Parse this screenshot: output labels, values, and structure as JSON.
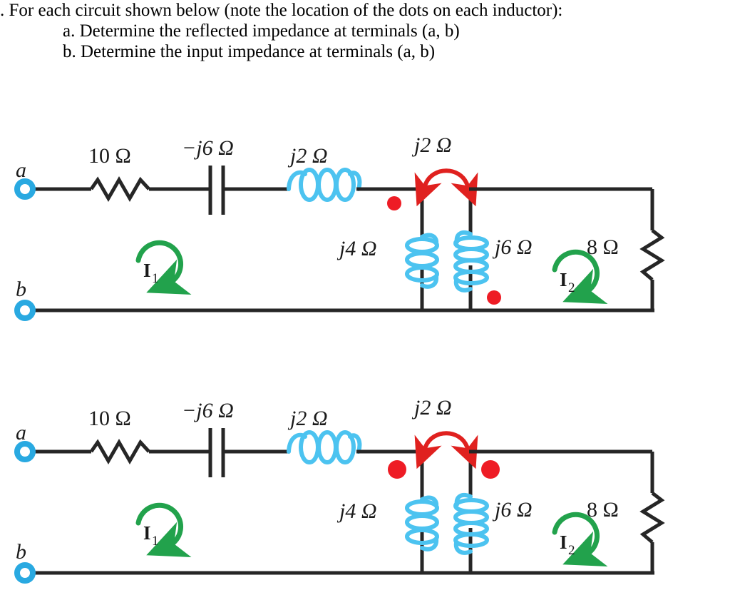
{
  "question": {
    "lines": [
      ". For each circuit shown below (note the location of the dots on each inductor):",
      "a. Determine the reflected impedance at terminals (a, b)",
      "b. Determine the input impedance at terminals (a, b)"
    ]
  },
  "colors": {
    "wire": "#262626",
    "terminal": "#29a9e1",
    "coil": "#4cc3f0",
    "dot": "#ee1c25",
    "current_arrow": "#22a24c",
    "coupling_arrow": "#e0211f",
    "text": "#1a1a1a",
    "background": "#ffffff"
  },
  "circuits": [
    {
      "id": "circuit-1",
      "terminals": {
        "top": "a",
        "bottom": "b"
      },
      "components": {
        "resistor_series": "10 Ω",
        "capacitor": "−j6 Ω",
        "inductor_series": "j2 Ω",
        "mutual": "j2 Ω",
        "primary": "j4 Ω",
        "secondary": "j6 Ω",
        "load": "8 Ω"
      },
      "currents": [
        {
          "label": "I",
          "subscript": "1",
          "direction": "clockwise"
        },
        {
          "label": "I",
          "subscript": "2",
          "direction": "clockwise"
        }
      ],
      "dots": {
        "primary": "top-left",
        "secondary": "bottom-right"
      }
    },
    {
      "id": "circuit-2",
      "terminals": {
        "top": "a",
        "bottom": "b"
      },
      "components": {
        "resistor_series": "10 Ω",
        "capacitor": "−j6 Ω",
        "inductor_series": "j2 Ω",
        "mutual": "j2 Ω",
        "primary": "j4 Ω",
        "secondary": "j6 Ω",
        "load": "8 Ω"
      },
      "currents": [
        {
          "label": "I",
          "subscript": "1",
          "direction": "clockwise"
        },
        {
          "label": "I",
          "subscript": "2",
          "direction": "clockwise"
        }
      ],
      "dots": {
        "primary": "top-left",
        "secondary": "top-right"
      }
    }
  ]
}
